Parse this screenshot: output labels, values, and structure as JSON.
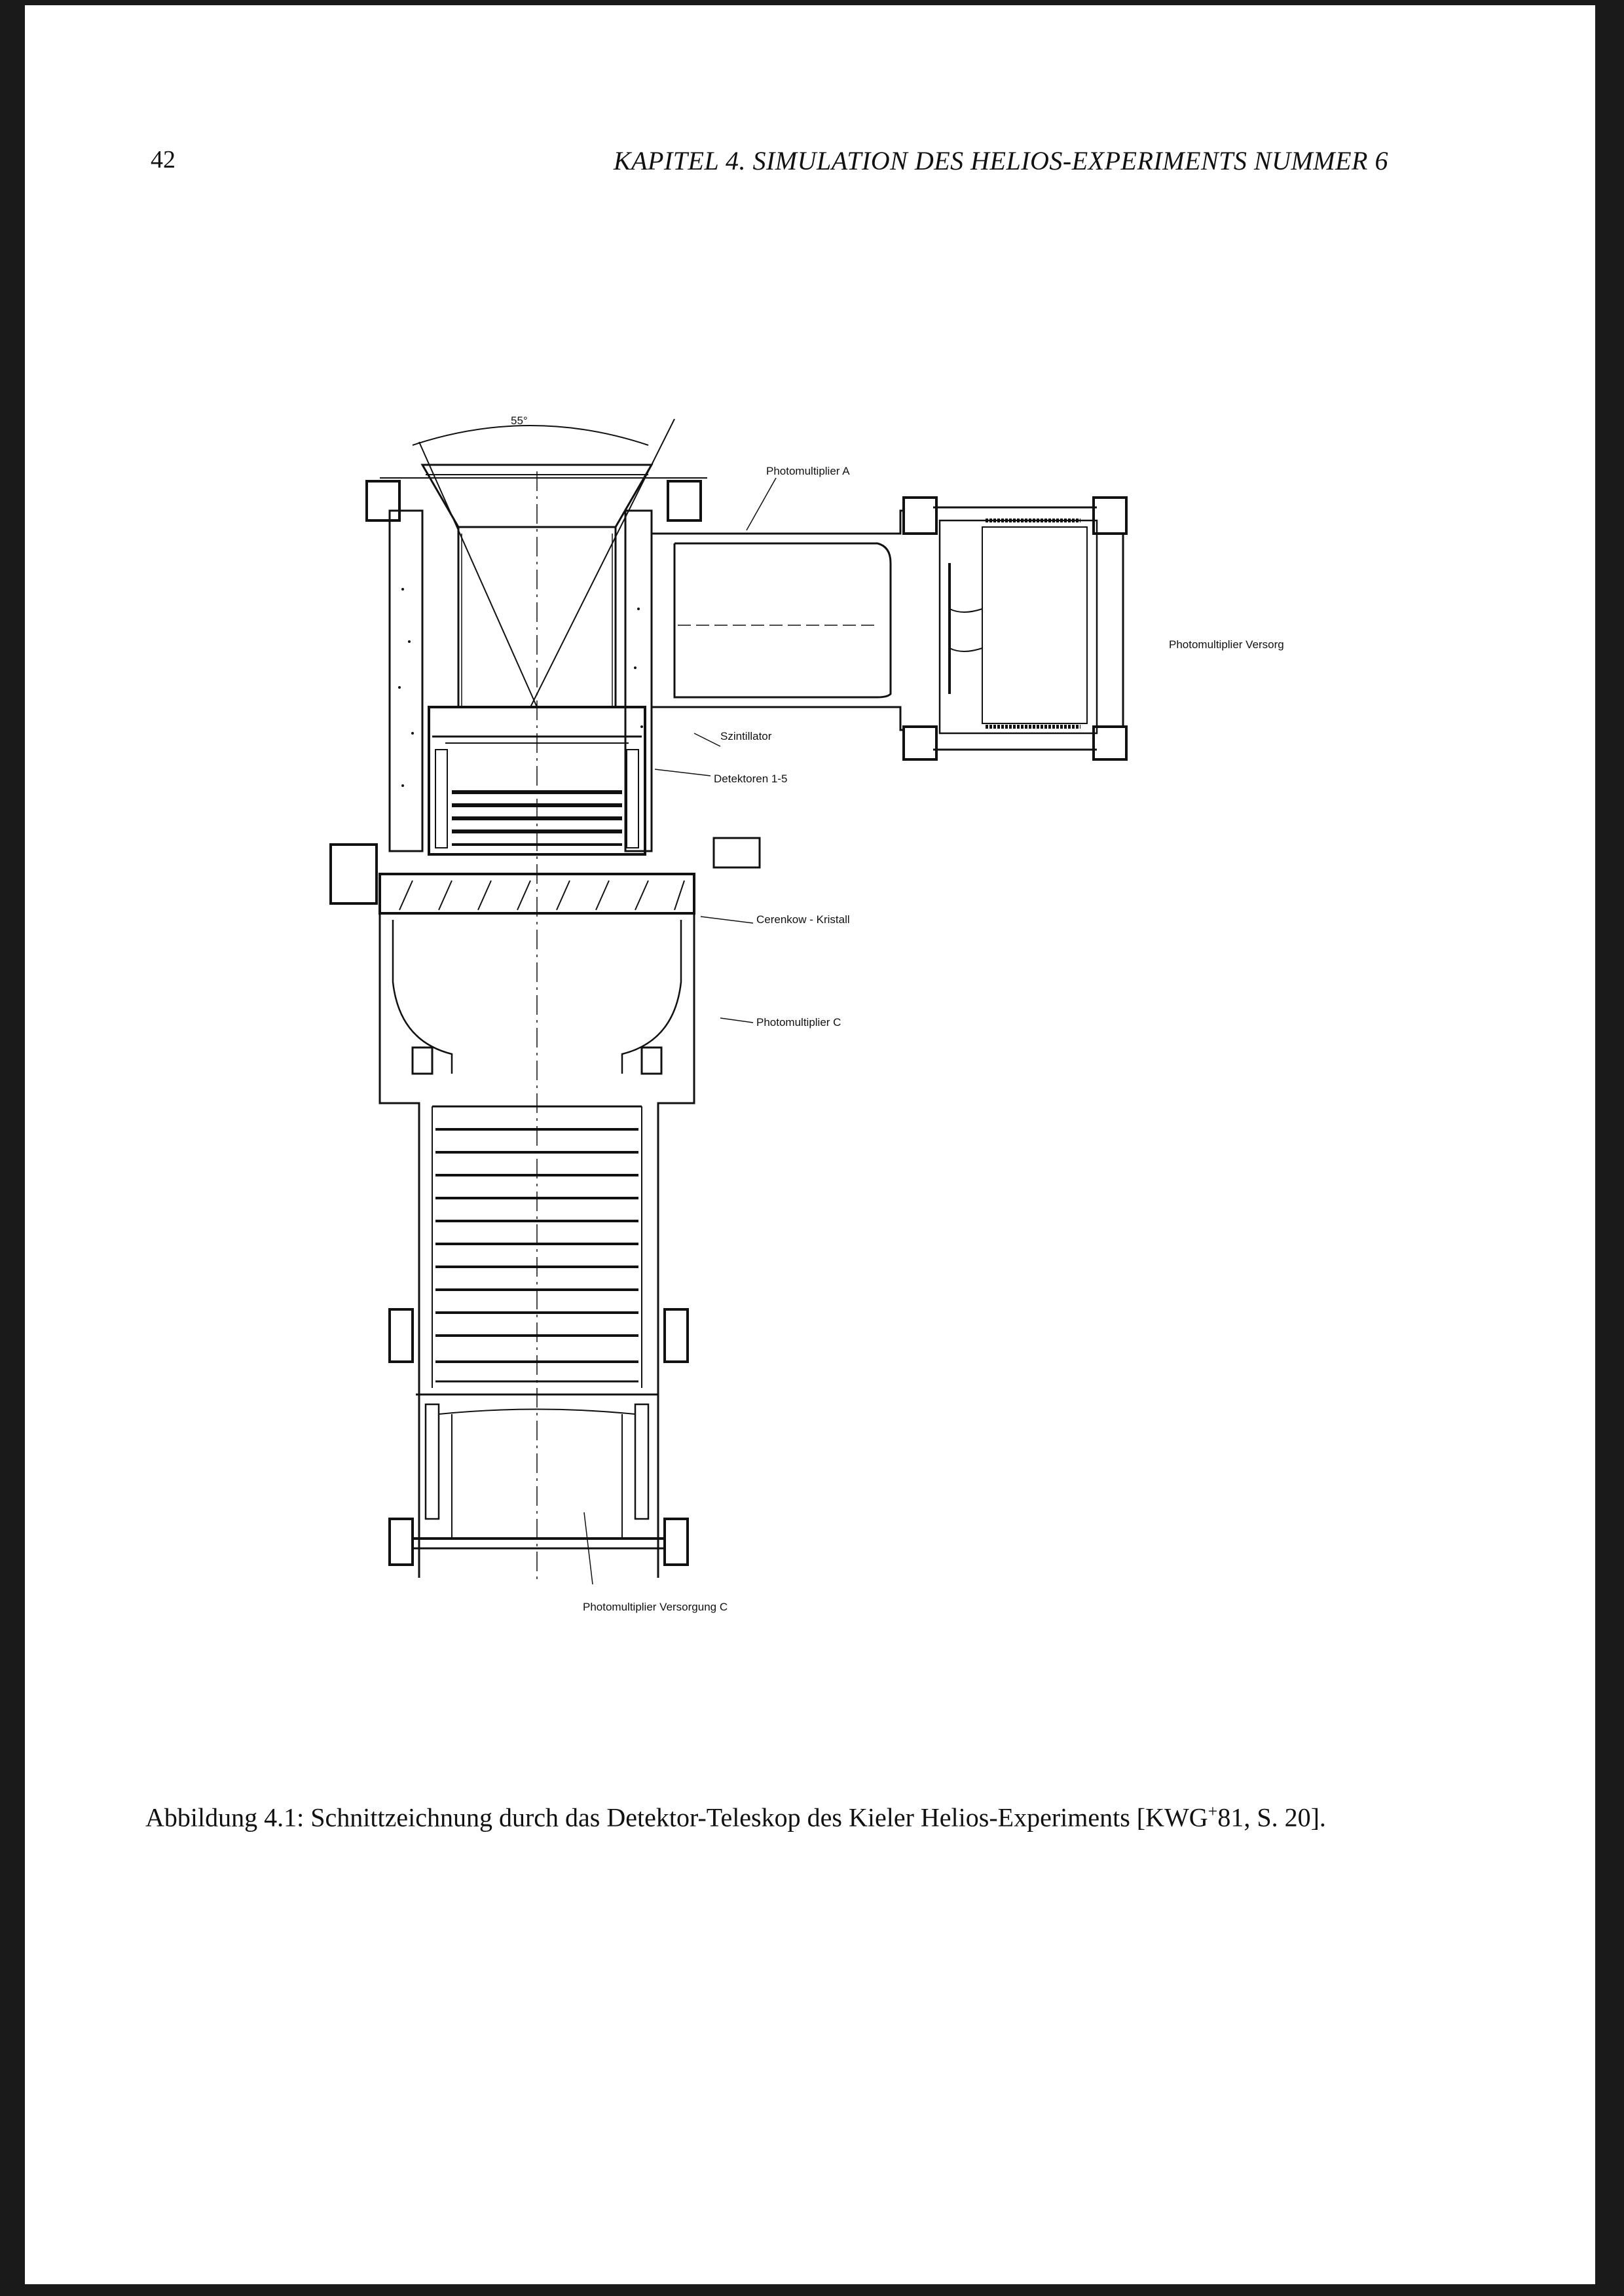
{
  "header": {
    "page_number": "42",
    "running_head": "KAPITEL 4.  SIMULATION DES HELIOS-EXPERIMENTS NUMMER 6"
  },
  "figure": {
    "angle_label": "55°",
    "labels": {
      "pm_a": "Photomultiplier A",
      "pm_supply": "Photomultiplier Versorgung",
      "scintillator": "Szintillator",
      "detectors": "Detektoren 1-5",
      "cerenkov": "Cerenkow - Kristall",
      "pm_c": "Photomultiplier C",
      "pm_supply_c": "Photomultiplier Versorgung C"
    }
  },
  "caption": {
    "prefix": "Abbildung 4.1: Schnittzeichnung durch das Detektor-Teleskop des Kieler Helios-Experiments [KWG",
    "sup": "+",
    "suffix": "81, S. 20]."
  }
}
